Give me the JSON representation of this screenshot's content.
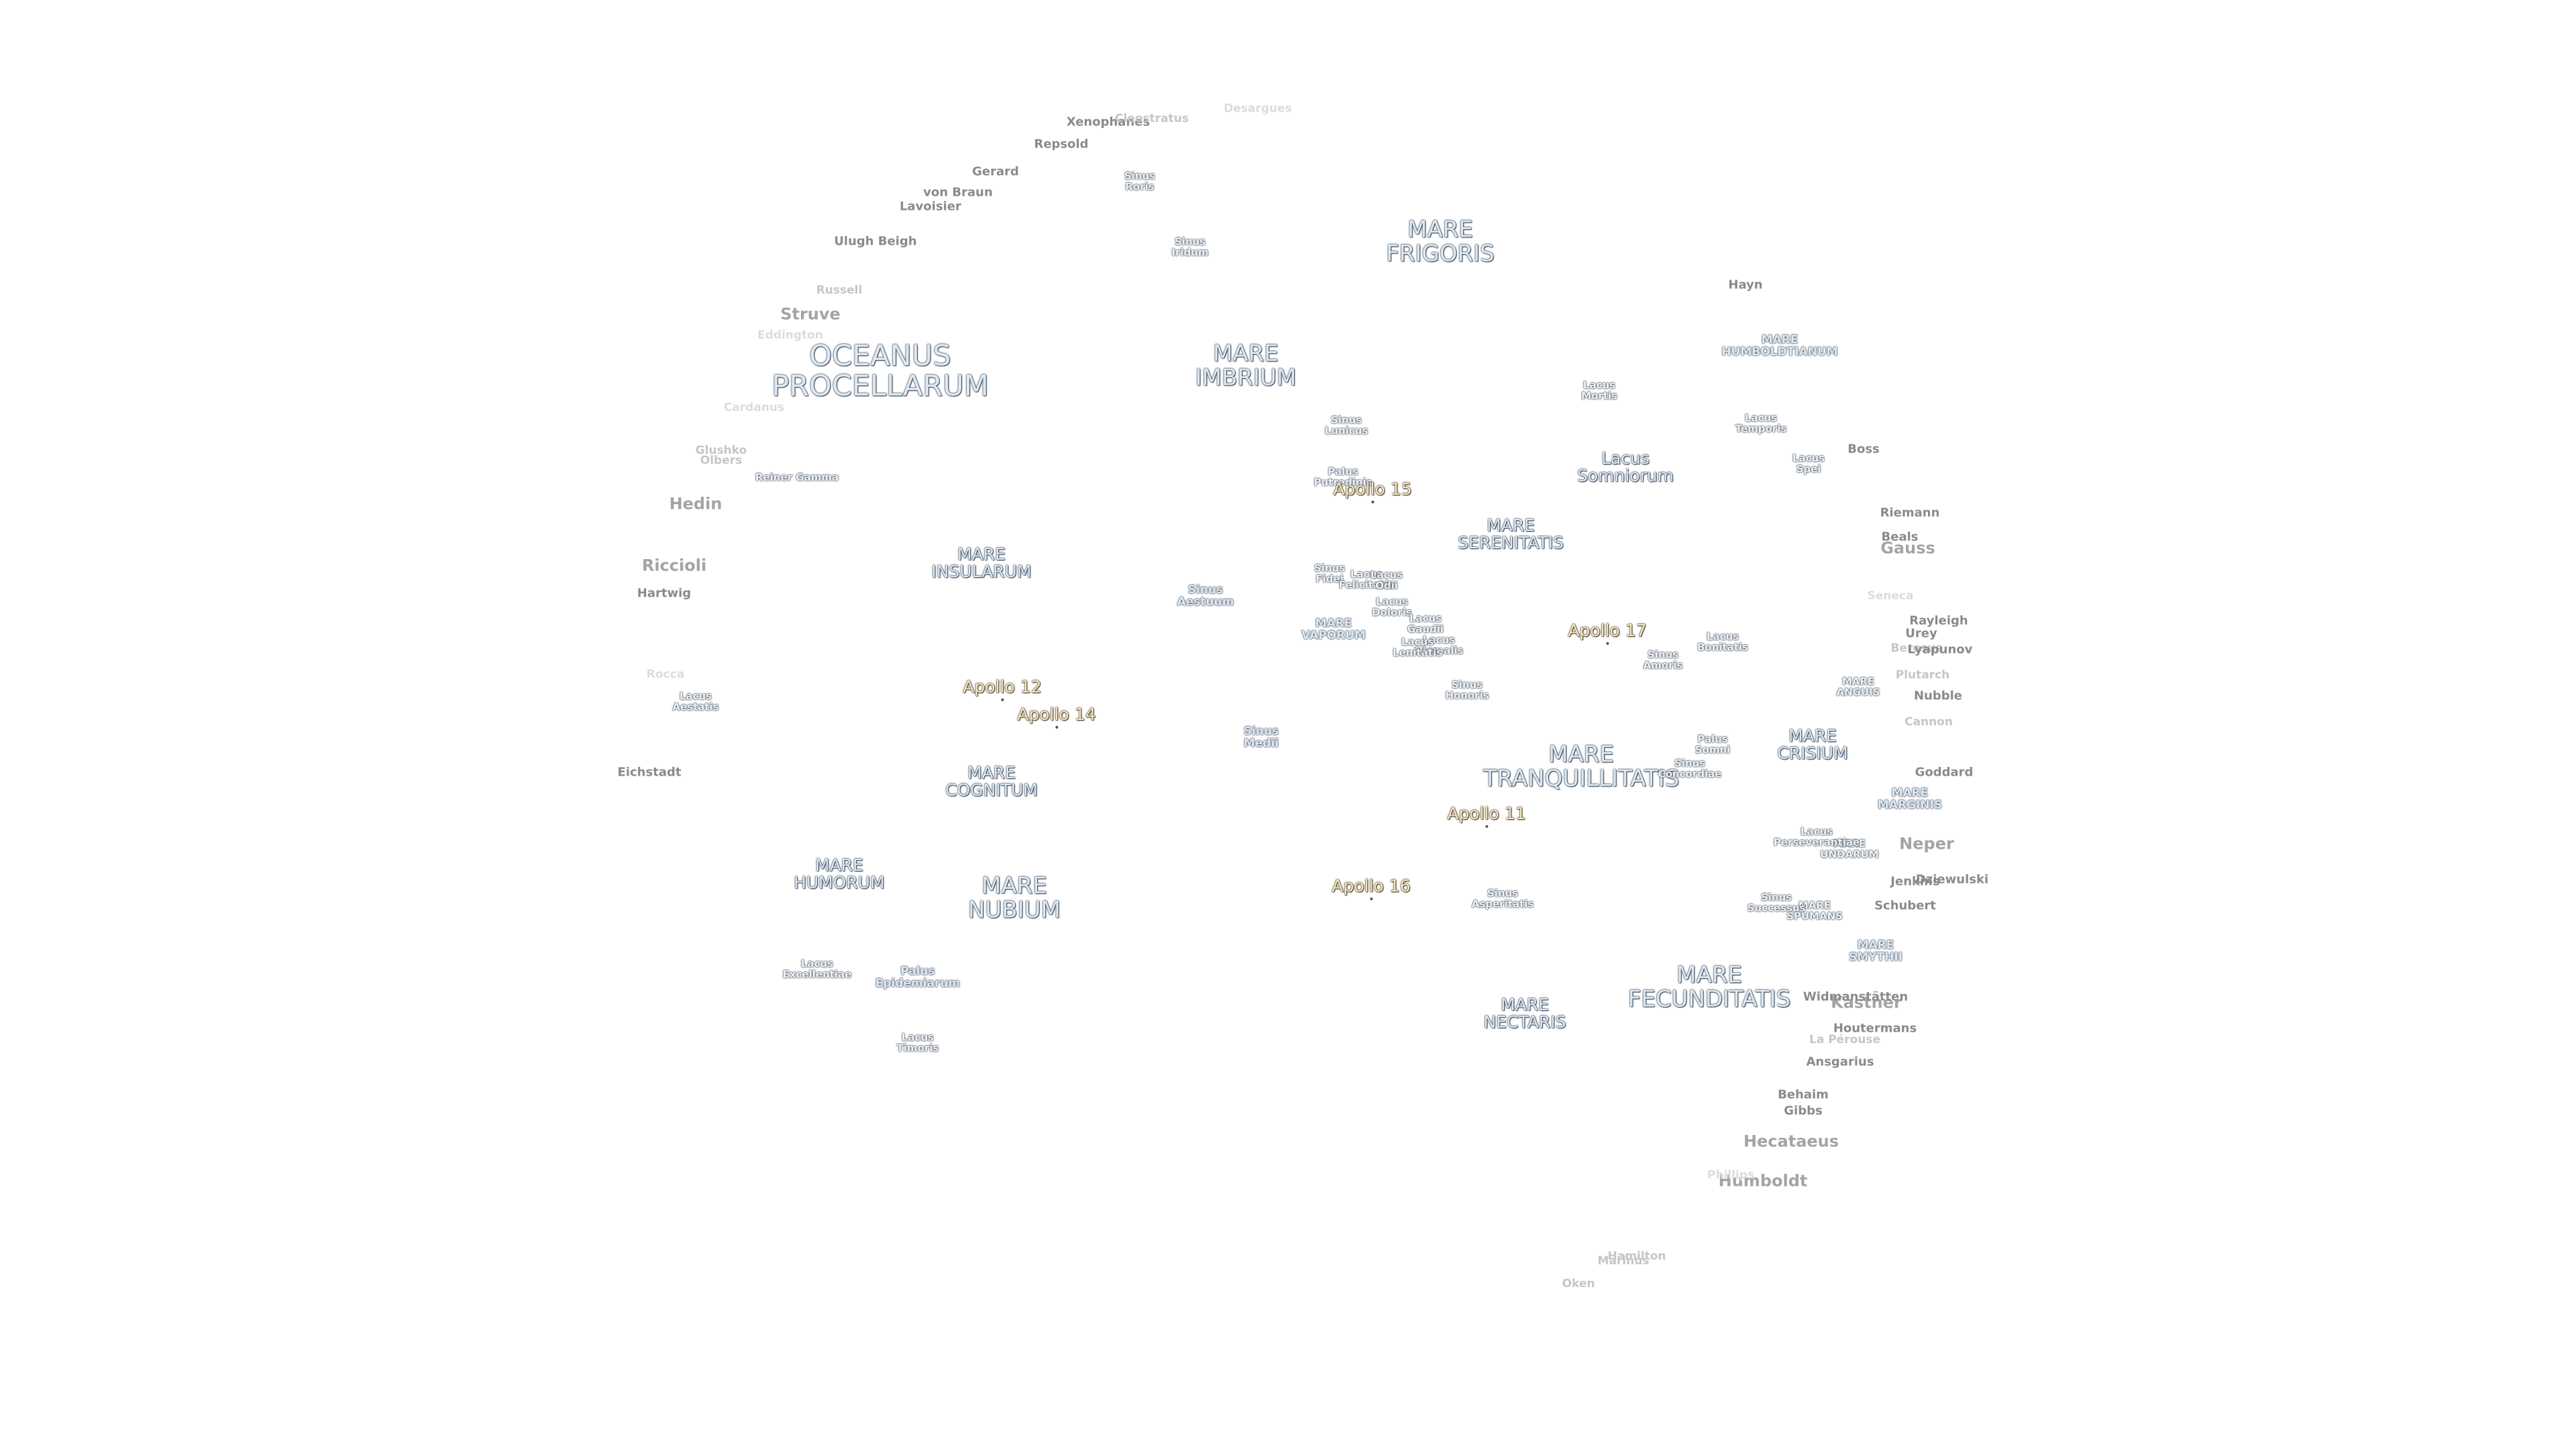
{
  "labels": [
    {
      "id": "oceanus-procellarum",
      "text": "OCEANUS\nPROCELLARUM",
      "kind": "ocean"
    },
    {
      "id": "mare-frigoris",
      "text": "MARE\nFRIGORIS",
      "kind": "mare-l"
    },
    {
      "id": "mare-imbrium",
      "text": "MARE\nIMBRIUM",
      "kind": "mare-l"
    },
    {
      "id": "mare-insularum",
      "text": "MARE\nINSULARUM",
      "kind": "mare-m"
    },
    {
      "id": "mare-cognitum",
      "text": "MARE\nCOGNITUM",
      "kind": "mare-m"
    },
    {
      "id": "mare-humorum",
      "text": "MARE\nHUMORUM",
      "kind": "mare-m"
    },
    {
      "id": "mare-nubium",
      "text": "MARE\nNUBIUM",
      "kind": "mare-l"
    },
    {
      "id": "mare-serenitatis",
      "text": "MARE\nSERENITATIS",
      "kind": "mare-m"
    },
    {
      "id": "mare-tranquillitatis",
      "text": "MARE\nTRANQUILLITATIS",
      "kind": "mare-l"
    },
    {
      "id": "mare-crisium",
      "text": "MARE\nCRISIUM",
      "kind": "mare-m"
    },
    {
      "id": "mare-fecunditatis",
      "text": "MARE\nFECUNDITATIS",
      "kind": "mare-l"
    },
    {
      "id": "mare-nectaris",
      "text": "MARE\nNECTARIS",
      "kind": "mare-m"
    },
    {
      "id": "mare-vaporum",
      "text": "MARE\nVAPORUM",
      "kind": "mare-s"
    },
    {
      "id": "mare-humboldtianum",
      "text": "MARE\nHUMBOLDTIANUM",
      "kind": "mare-s"
    },
    {
      "id": "mare-marginis",
      "text": "MARE\nMARGINIS",
      "kind": "mare-s"
    },
    {
      "id": "mare-anguis",
      "text": "MARE\nANGUIS",
      "kind": "small"
    },
    {
      "id": "mare-undarum",
      "text": "MARE\nUNDARUM",
      "kind": "small"
    },
    {
      "id": "mare-spumans",
      "text": "MARE\nSPUMANS",
      "kind": "small"
    },
    {
      "id": "mare-smythii",
      "text": "MARE\nSMYTHII",
      "kind": "mare-s"
    },
    {
      "id": "lacus-somniorum",
      "text": "Lacus\nSomniorum",
      "kind": "mare-m"
    },
    {
      "id": "sinus-aestuum",
      "text": "Sinus\nAestuum",
      "kind": "mare-s"
    },
    {
      "id": "sinus-medii",
      "text": "Sinus\nMedii",
      "kind": "mare-s"
    },
    {
      "id": "sinus-iridum",
      "text": "Sinus\nIridum",
      "kind": "small"
    },
    {
      "id": "sinus-roris",
      "text": "Sinus\nRoris",
      "kind": "small"
    },
    {
      "id": "sinus-lunicus",
      "text": "Sinus\nLunicus",
      "kind": "small"
    },
    {
      "id": "palus-putredinis",
      "text": "Palus\nPutredinis",
      "kind": "small"
    },
    {
      "id": "sinus-fidei",
      "text": "Sinus\nFidei",
      "kind": "small"
    },
    {
      "id": "lacus-felicitatis",
      "text": "Lacus\nFelicitatis",
      "kind": "small"
    },
    {
      "id": "lacus-odii",
      "text": "Lacus\nOdii",
      "kind": "small"
    },
    {
      "id": "lacus-doloris",
      "text": "Lacus\nDoloris",
      "kind": "small"
    },
    {
      "id": "lacus-gaudii",
      "text": "Lacus\nGaudii",
      "kind": "small"
    },
    {
      "id": "lacus-hiemalis",
      "text": "Lacus\nHiemalis",
      "kind": "small"
    },
    {
      "id": "lacus-lenitatis",
      "text": "Lacus\nLenitatis",
      "kind": "small"
    },
    {
      "id": "sinus-honoris",
      "text": "Sinus\nHonoris",
      "kind": "small"
    },
    {
      "id": "lacus-mortis",
      "text": "Lacus\nMortis",
      "kind": "small"
    },
    {
      "id": "lacus-temporis",
      "text": "Lacus\nTemporis",
      "kind": "small"
    },
    {
      "id": "lacus-spei",
      "text": "Lacus\nSpei",
      "kind": "small"
    },
    {
      "id": "sinus-amoris",
      "text": "Sinus\nAmoris",
      "kind": "small"
    },
    {
      "id": "lacus-bonitatis",
      "text": "Lacus\nBonitatis",
      "kind": "small"
    },
    {
      "id": "palus-somni",
      "text": "Palus\nSomni",
      "kind": "small"
    },
    {
      "id": "sinus-concordiae",
      "text": "Sinus\nConcordiae",
      "kind": "small"
    },
    {
      "id": "lacus-perseverantiae",
      "text": "Lacus\nPerseverantiae",
      "kind": "small"
    },
    {
      "id": "sinus-successus",
      "text": "Sinus\nSuccessus",
      "kind": "small"
    },
    {
      "id": "sinus-asperitatis",
      "text": "Sinus\nAsperitatis",
      "kind": "small"
    },
    {
      "id": "lacus-aestatis",
      "text": "Lacus\nAestatis",
      "kind": "small"
    },
    {
      "id": "lacus-excellentiae",
      "text": "Lacus\nExcellentiae",
      "kind": "small"
    },
    {
      "id": "palus-epidemiarum",
      "text": "Palus\nEpidemiarum",
      "kind": "mare-s"
    },
    {
      "id": "lacus-timoris",
      "text": "Lacus\nTimoris",
      "kind": "small"
    },
    {
      "id": "apollo-11",
      "text": "Apollo 11",
      "kind": "apollo"
    },
    {
      "id": "apollo-12",
      "text": "Apollo 12",
      "kind": "apollo"
    },
    {
      "id": "apollo-14",
      "text": "Apollo 14",
      "kind": "apollo"
    },
    {
      "id": "apollo-15",
      "text": "Apollo 15",
      "kind": "apollo"
    },
    {
      "id": "apollo-16",
      "text": "Apollo 16",
      "kind": "apollo"
    },
    {
      "id": "apollo-17",
      "text": "Apollo 17",
      "kind": "apollo"
    },
    {
      "id": "xenophanes",
      "text": "Xenophanes",
      "kind": "crater"
    },
    {
      "id": "cleostratus",
      "text": "Cleostratus",
      "kind": "crater-f"
    },
    {
      "id": "desargues",
      "text": "Desargues",
      "kind": "crater-ff"
    },
    {
      "id": "repsold",
      "text": "Repsold",
      "kind": "crater"
    },
    {
      "id": "gerard",
      "text": "Gerard",
      "kind": "crater"
    },
    {
      "id": "von-braun",
      "text": "von Braun",
      "kind": "crater"
    },
    {
      "id": "lavoisier",
      "text": "Lavoisier",
      "kind": "crater"
    },
    {
      "id": "ulugh-beigh",
      "text": "Ulugh Beigh",
      "kind": "crater"
    },
    {
      "id": "russell",
      "text": "Russell",
      "kind": "crater-f"
    },
    {
      "id": "struve",
      "text": "Struve",
      "kind": "crater-l"
    },
    {
      "id": "eddington",
      "text": "Eddington",
      "kind": "crater-ff"
    },
    {
      "id": "cardanus",
      "text": "Cardanus",
      "kind": "crater-ff"
    },
    {
      "id": "glushko",
      "text": "Glushko",
      "kind": "crater-f"
    },
    {
      "id": "olbers",
      "text": "Olbers",
      "kind": "crater-f"
    },
    {
      "id": "reiner-gamma",
      "text": "Reiner Gamma",
      "kind": "small"
    },
    {
      "id": "hedin",
      "text": "Hedin",
      "kind": "crater-l"
    },
    {
      "id": "riccioli",
      "text": "Riccioli",
      "kind": "crater-l"
    },
    {
      "id": "hartwig",
      "text": "Hartwig",
      "kind": "crater"
    },
    {
      "id": "rocca",
      "text": "Rocca",
      "kind": "crater-ff"
    },
    {
      "id": "eichstadt",
      "text": "Eichstadt",
      "kind": "crater"
    },
    {
      "id": "hayn",
      "text": "Hayn",
      "kind": "crater"
    },
    {
      "id": "boss",
      "text": "Boss",
      "kind": "crater"
    },
    {
      "id": "riemann",
      "text": "Riemann",
      "kind": "crater"
    },
    {
      "id": "beals",
      "text": "Beals",
      "kind": "crater"
    },
    {
      "id": "gauss",
      "text": "Gauss",
      "kind": "crater-l"
    },
    {
      "id": "seneca",
      "text": "Seneca",
      "kind": "crater-ff"
    },
    {
      "id": "rayleigh",
      "text": "Rayleigh",
      "kind": "crater"
    },
    {
      "id": "urey",
      "text": "Urey",
      "kind": "crater"
    },
    {
      "id": "berosus",
      "text": "Berosus",
      "kind": "crater-f"
    },
    {
      "id": "lyapunov",
      "text": "Lyapunov",
      "kind": "crater"
    },
    {
      "id": "plutarch",
      "text": "Plutarch",
      "kind": "crater-f"
    },
    {
      "id": "nubble",
      "text": "Nubble",
      "kind": "crater"
    },
    {
      "id": "cannon",
      "text": "Cannon",
      "kind": "crater-f"
    },
    {
      "id": "goddard",
      "text": "Goddard",
      "kind": "crater"
    },
    {
      "id": "neper",
      "text": "Neper",
      "kind": "crater-l"
    },
    {
      "id": "dziewulski",
      "text": "Dziewulski",
      "kind": "crater"
    },
    {
      "id": "jenkins",
      "text": "Jenkins",
      "kind": "crater"
    },
    {
      "id": "schubert",
      "text": "Schubert",
      "kind": "crater"
    },
    {
      "id": "kastner",
      "text": "Kastner",
      "kind": "crater-l"
    },
    {
      "id": "widmanstatten",
      "text": "Widmanstätten",
      "kind": "crater"
    },
    {
      "id": "houtermans",
      "text": "Houtermans",
      "kind": "crater"
    },
    {
      "id": "la-perouse",
      "text": "La Pérouse",
      "kind": "crater-f"
    },
    {
      "id": "ansgarius",
      "text": "Ansgarius",
      "kind": "crater"
    },
    {
      "id": "behaim",
      "text": "Behaim",
      "kind": "crater"
    },
    {
      "id": "gibbs",
      "text": "Gibbs",
      "kind": "crater"
    },
    {
      "id": "hecataeus",
      "text": "Hecataeus",
      "kind": "crater-l"
    },
    {
      "id": "humboldt",
      "text": "Humboldt",
      "kind": "crater-l"
    },
    {
      "id": "phillips",
      "text": "Phillips",
      "kind": "crater-ff"
    },
    {
      "id": "hamilton",
      "text": "Hamilton",
      "kind": "crater-f"
    },
    {
      "id": "marinus",
      "text": "Marinus",
      "kind": "crater-f"
    },
    {
      "id": "oken",
      "text": "Oken",
      "kind": "crater-f"
    }
  ]
}
